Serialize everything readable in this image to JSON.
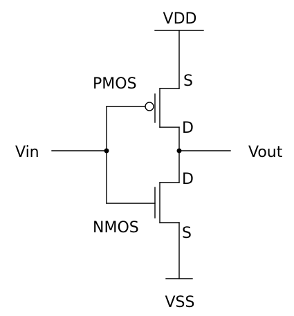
{
  "diagram": {
    "vdd_label": "VDD",
    "vss_label": "VSS",
    "vin_label": "Vin",
    "vout_label": "Vout",
    "pmos_label": "PMOS",
    "nmos_label": "NMOS",
    "pmos_source_label": "S",
    "pmos_drain_label": "D",
    "nmos_drain_label": "D",
    "nmos_source_label": "S"
  }
}
